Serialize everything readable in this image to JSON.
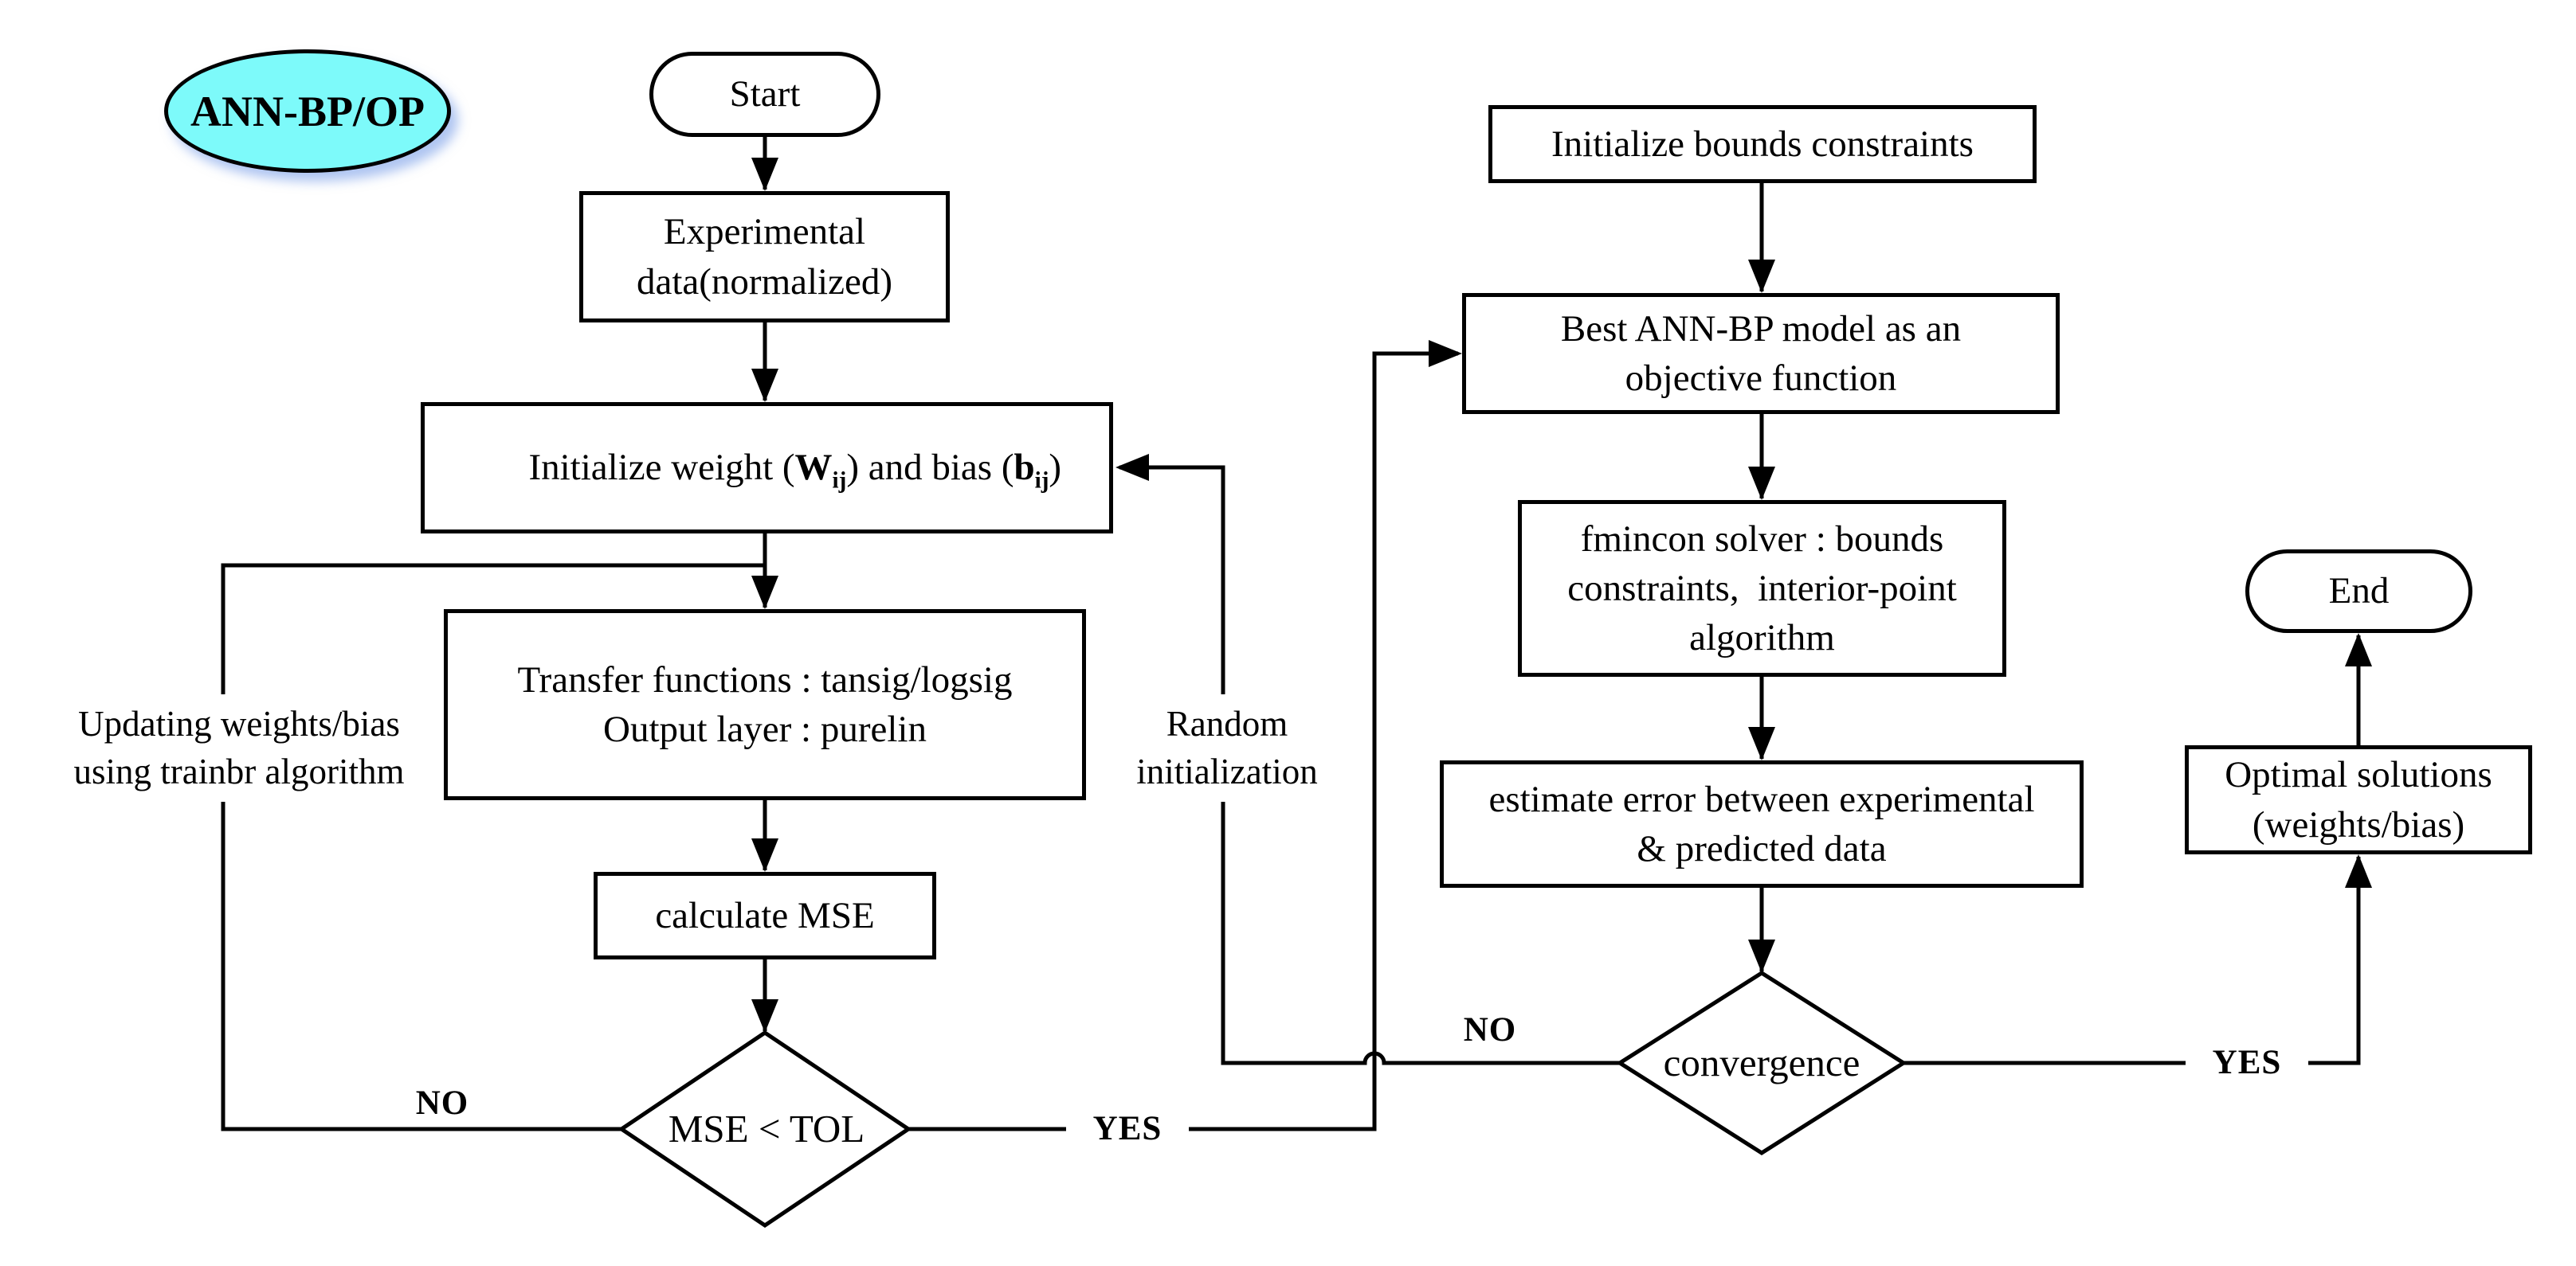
{
  "badge": {
    "label": "ANN-BP/OP"
  },
  "colors": {
    "badge_fill": "#7dfafa",
    "stroke": "#000000",
    "background": "#ffffff",
    "badge_shadow": "rgba(110,150,230,0.55)"
  },
  "nodes": {
    "start": {
      "label": "Start"
    },
    "experimental": {
      "line1": "Experimental",
      "line2": "data(normalized)"
    },
    "init_weights": {
      "pre": "Initialize weight (",
      "w": "W",
      "w_sub": "ij",
      "mid": ") and bias (",
      "b": "b",
      "b_sub": "ij",
      "post": ")"
    },
    "transfer": {
      "line1": "Transfer functions : tansig/logsig",
      "line2": "Output layer : purelin"
    },
    "calc_mse": {
      "label": "calculate MSE"
    },
    "mse_decision": {
      "label": "MSE < TOL"
    },
    "init_bounds": {
      "label": "Initialize bounds constraints"
    },
    "best_model": {
      "line1": "Best ANN-BP model as an",
      "line2": "objective function"
    },
    "fmincon": {
      "line1": "fmincon solver : bounds",
      "line2": "constraints,  interior-point",
      "line3": "algorithm"
    },
    "estimate_error": {
      "line1": "estimate error between experimental",
      "line2": "& predicted data"
    },
    "convergence": {
      "label": "convergence"
    },
    "optimal": {
      "line1": "Optimal solutions",
      "line2": "(weights/bias)"
    },
    "end": {
      "label": "End"
    }
  },
  "edge_labels": {
    "updating": {
      "line1": "Updating weights/bias",
      "line2": "using trainbr algorithm"
    },
    "random": {
      "line1": "Random",
      "line2": "initialization"
    },
    "mse_no": "NO",
    "mse_yes": "YES",
    "conv_no": "NO",
    "conv_yes": "YES"
  }
}
